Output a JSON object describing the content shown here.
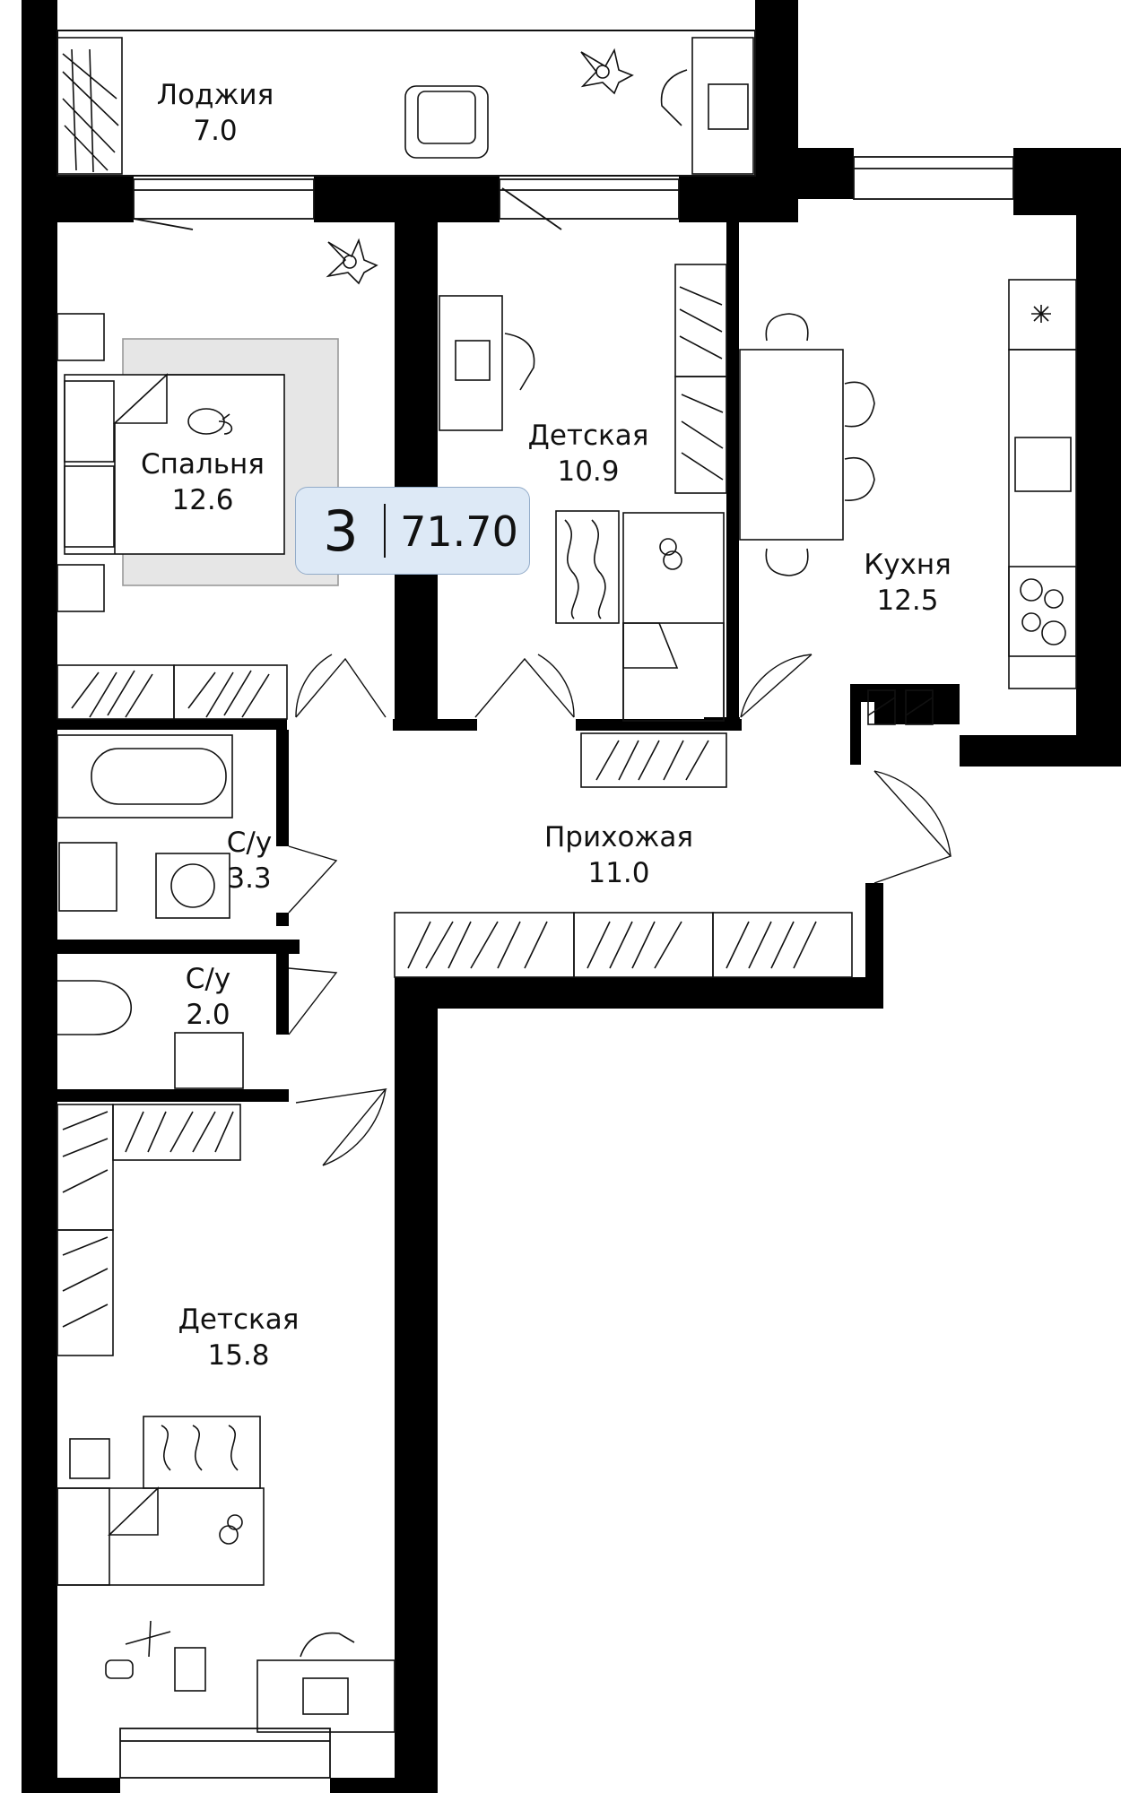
{
  "apartment": {
    "rooms": "3",
    "area": "71.70"
  },
  "rooms": [
    {
      "id": "loggia",
      "name": "Лоджия",
      "area": "7.0"
    },
    {
      "id": "bedroom",
      "name": "Спальня",
      "area": "12.6"
    },
    {
      "id": "kids-1",
      "name": "Детская",
      "area": "10.9"
    },
    {
      "id": "kitchen",
      "name": "Кухня",
      "area": "12.5"
    },
    {
      "id": "hallway",
      "name": "Прихожая",
      "area": "11.0"
    },
    {
      "id": "bath-1",
      "name": "С/у",
      "area": "3.3"
    },
    {
      "id": "bath-2",
      "name": "С/у",
      "area": "2.0"
    },
    {
      "id": "kids-2",
      "name": "Детская",
      "area": "15.8"
    }
  ],
  "colors": {
    "wall": "#000000",
    "badge_fill": "#dde9f6",
    "badge_border": "#93acc9",
    "rug": "#e6e6e6"
  },
  "icons": [
    "flower-icon",
    "chair-icon",
    "laptop-icon",
    "bed-icon",
    "teddy-bear-icon",
    "cat-icon",
    "bathtub-icon",
    "sink-icon",
    "toilet-icon",
    "washing-machine-icon",
    "stove-icon",
    "fan-icon",
    "airplane-icon",
    "gamepad-icon"
  ]
}
